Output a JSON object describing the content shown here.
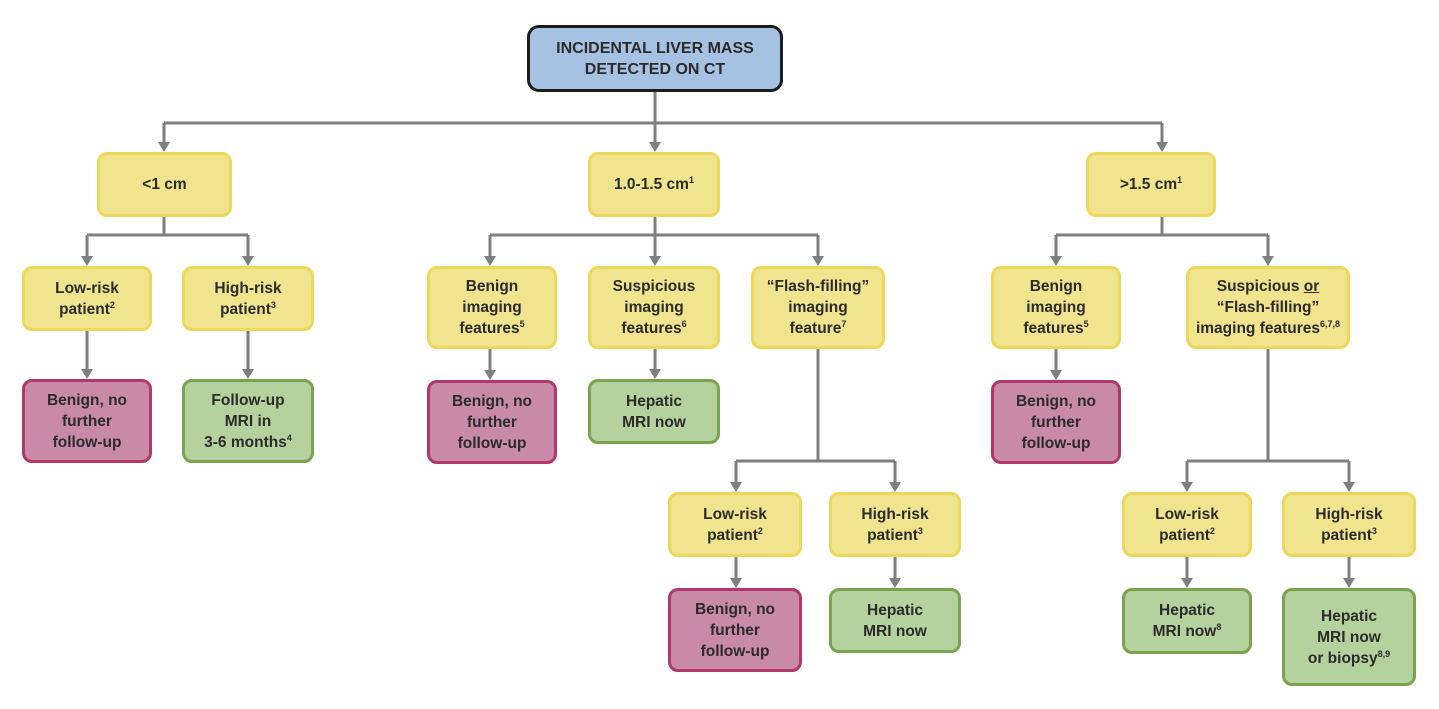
{
  "root": {
    "line1": "INCIDENTAL LIVER MASS",
    "line2": "DETECTED ON CT"
  },
  "size_lt1": {
    "text": "<1 cm"
  },
  "size_1to15": {
    "text": "1.0-1.5 cm",
    "sup": "1"
  },
  "size_gt15": {
    "text": ">1.5 cm",
    "sup": "1"
  },
  "a_lowrisk": {
    "line1": "Low-risk",
    "line2": "patient",
    "sup": "2"
  },
  "a_highrisk": {
    "line1": "High-risk",
    "line2": "patient",
    "sup": "3"
  },
  "a_benign": {
    "line1": "Benign, no",
    "line2": "further",
    "line3": "follow-up"
  },
  "a_followup": {
    "line1": "Follow-up",
    "line2": "MRI in",
    "line3": "3-6 months",
    "sup": "4"
  },
  "b_benign_feat": {
    "line1": "Benign",
    "line2": "imaging",
    "line3": "features",
    "sup": "5"
  },
  "b_susp_feat": {
    "line1": "Suspicious",
    "line2": "imaging",
    "line3": "features",
    "sup": "6"
  },
  "b_flash_feat": {
    "line1": "“Flash-filling”",
    "line2": "imaging",
    "line3": "feature",
    "sup": "7"
  },
  "b_benign_out": {
    "line1": "Benign, no",
    "line2": "further",
    "line3": "follow-up"
  },
  "b_mri_now": {
    "line1": "Hepatic",
    "line2": "MRI now"
  },
  "b_lowrisk": {
    "line1": "Low-risk",
    "line2": "patient",
    "sup": "2"
  },
  "b_highrisk": {
    "line1": "High-risk",
    "line2": "patient",
    "sup": "3"
  },
  "b_low_benign": {
    "line1": "Benign, no",
    "line2": "further",
    "line3": "follow-up"
  },
  "b_high_mri": {
    "line1": "Hepatic",
    "line2": "MRI now"
  },
  "c_benign_feat": {
    "line1": "Benign",
    "line2": "imaging",
    "line3": "features",
    "sup": "5"
  },
  "c_susp_flash": {
    "line1a": "Suspicious ",
    "line1_or": "or",
    "line2": "“Flash-filling”",
    "line3": "imaging features",
    "sup": "6,7,8"
  },
  "c_benign_out": {
    "line1": "Benign, no",
    "line2": "further",
    "line3": "follow-up"
  },
  "c_lowrisk": {
    "line1": "Low-risk",
    "line2": "patient",
    "sup": "2"
  },
  "c_highrisk": {
    "line1": "High-risk",
    "line2": "patient",
    "sup": "3"
  },
  "c_low_mri": {
    "line1": "Hepatic",
    "line2": "MRI now",
    "sup": "8"
  },
  "c_high_mri": {
    "line1": "Hepatic",
    "line2": "MRI now",
    "line3": "or biopsy",
    "sup": "8,9"
  },
  "colors": {
    "decision": "#f1e48f",
    "benign": "#c88aa8",
    "action": "#b5d19d",
    "start": "#a6c2e2",
    "connector": "#7f7f7f"
  }
}
